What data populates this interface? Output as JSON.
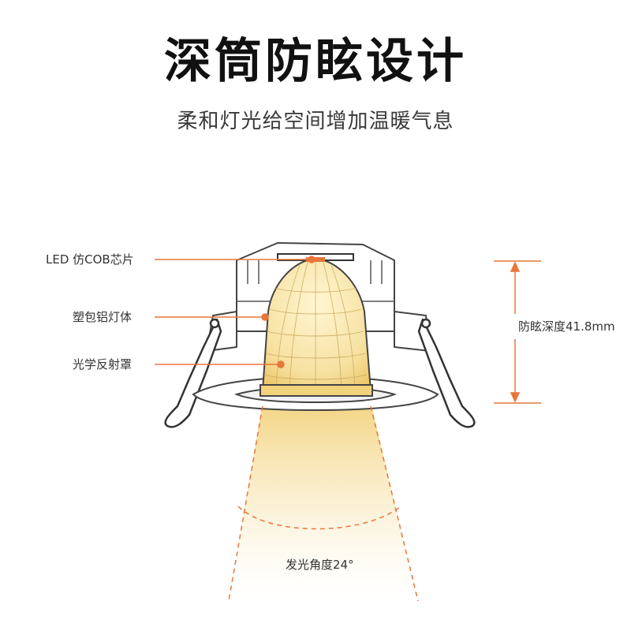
{
  "header": {
    "title": "深筒防眩设计",
    "subtitle": "柔和灯光给空间增加温暖气息"
  },
  "callouts": {
    "chip": "LED 仿COB芯片",
    "body": "塑包铝灯体",
    "reflector": "光学反射罩",
    "depth": "防眩深度41.8mm",
    "angle": "发光角度24°"
  },
  "colors": {
    "accent": "#e8763a",
    "outline": "#444444",
    "glow": "#f6dc8c"
  }
}
